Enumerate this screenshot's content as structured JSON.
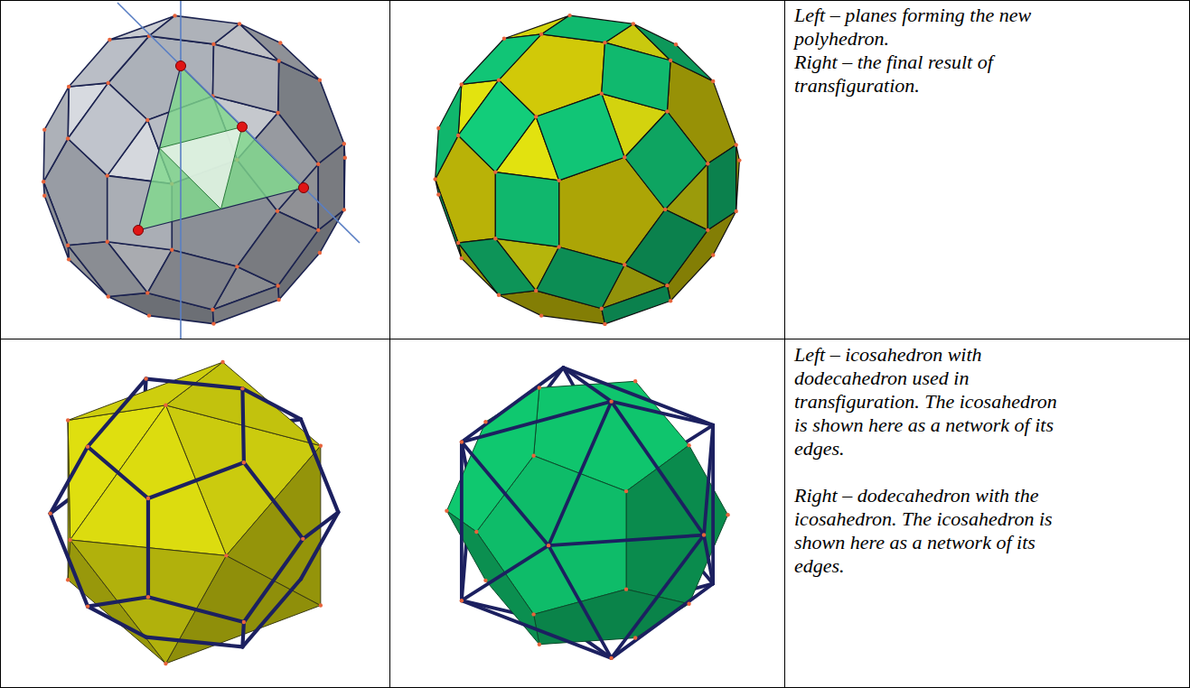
{
  "diagram": {
    "labels": [
      "Left – planes forming the new polyhedron.",
      "Right – the final result of transfiguration.",
      "Left – icosahedron with dodecahedron used in transfiguration. The icosahedron is shown here as a network of its edges.",
      "Right – dodecahedron with the icosahedron. The icosahedron is shown here as a network of its edges."
    ]
  }
}
